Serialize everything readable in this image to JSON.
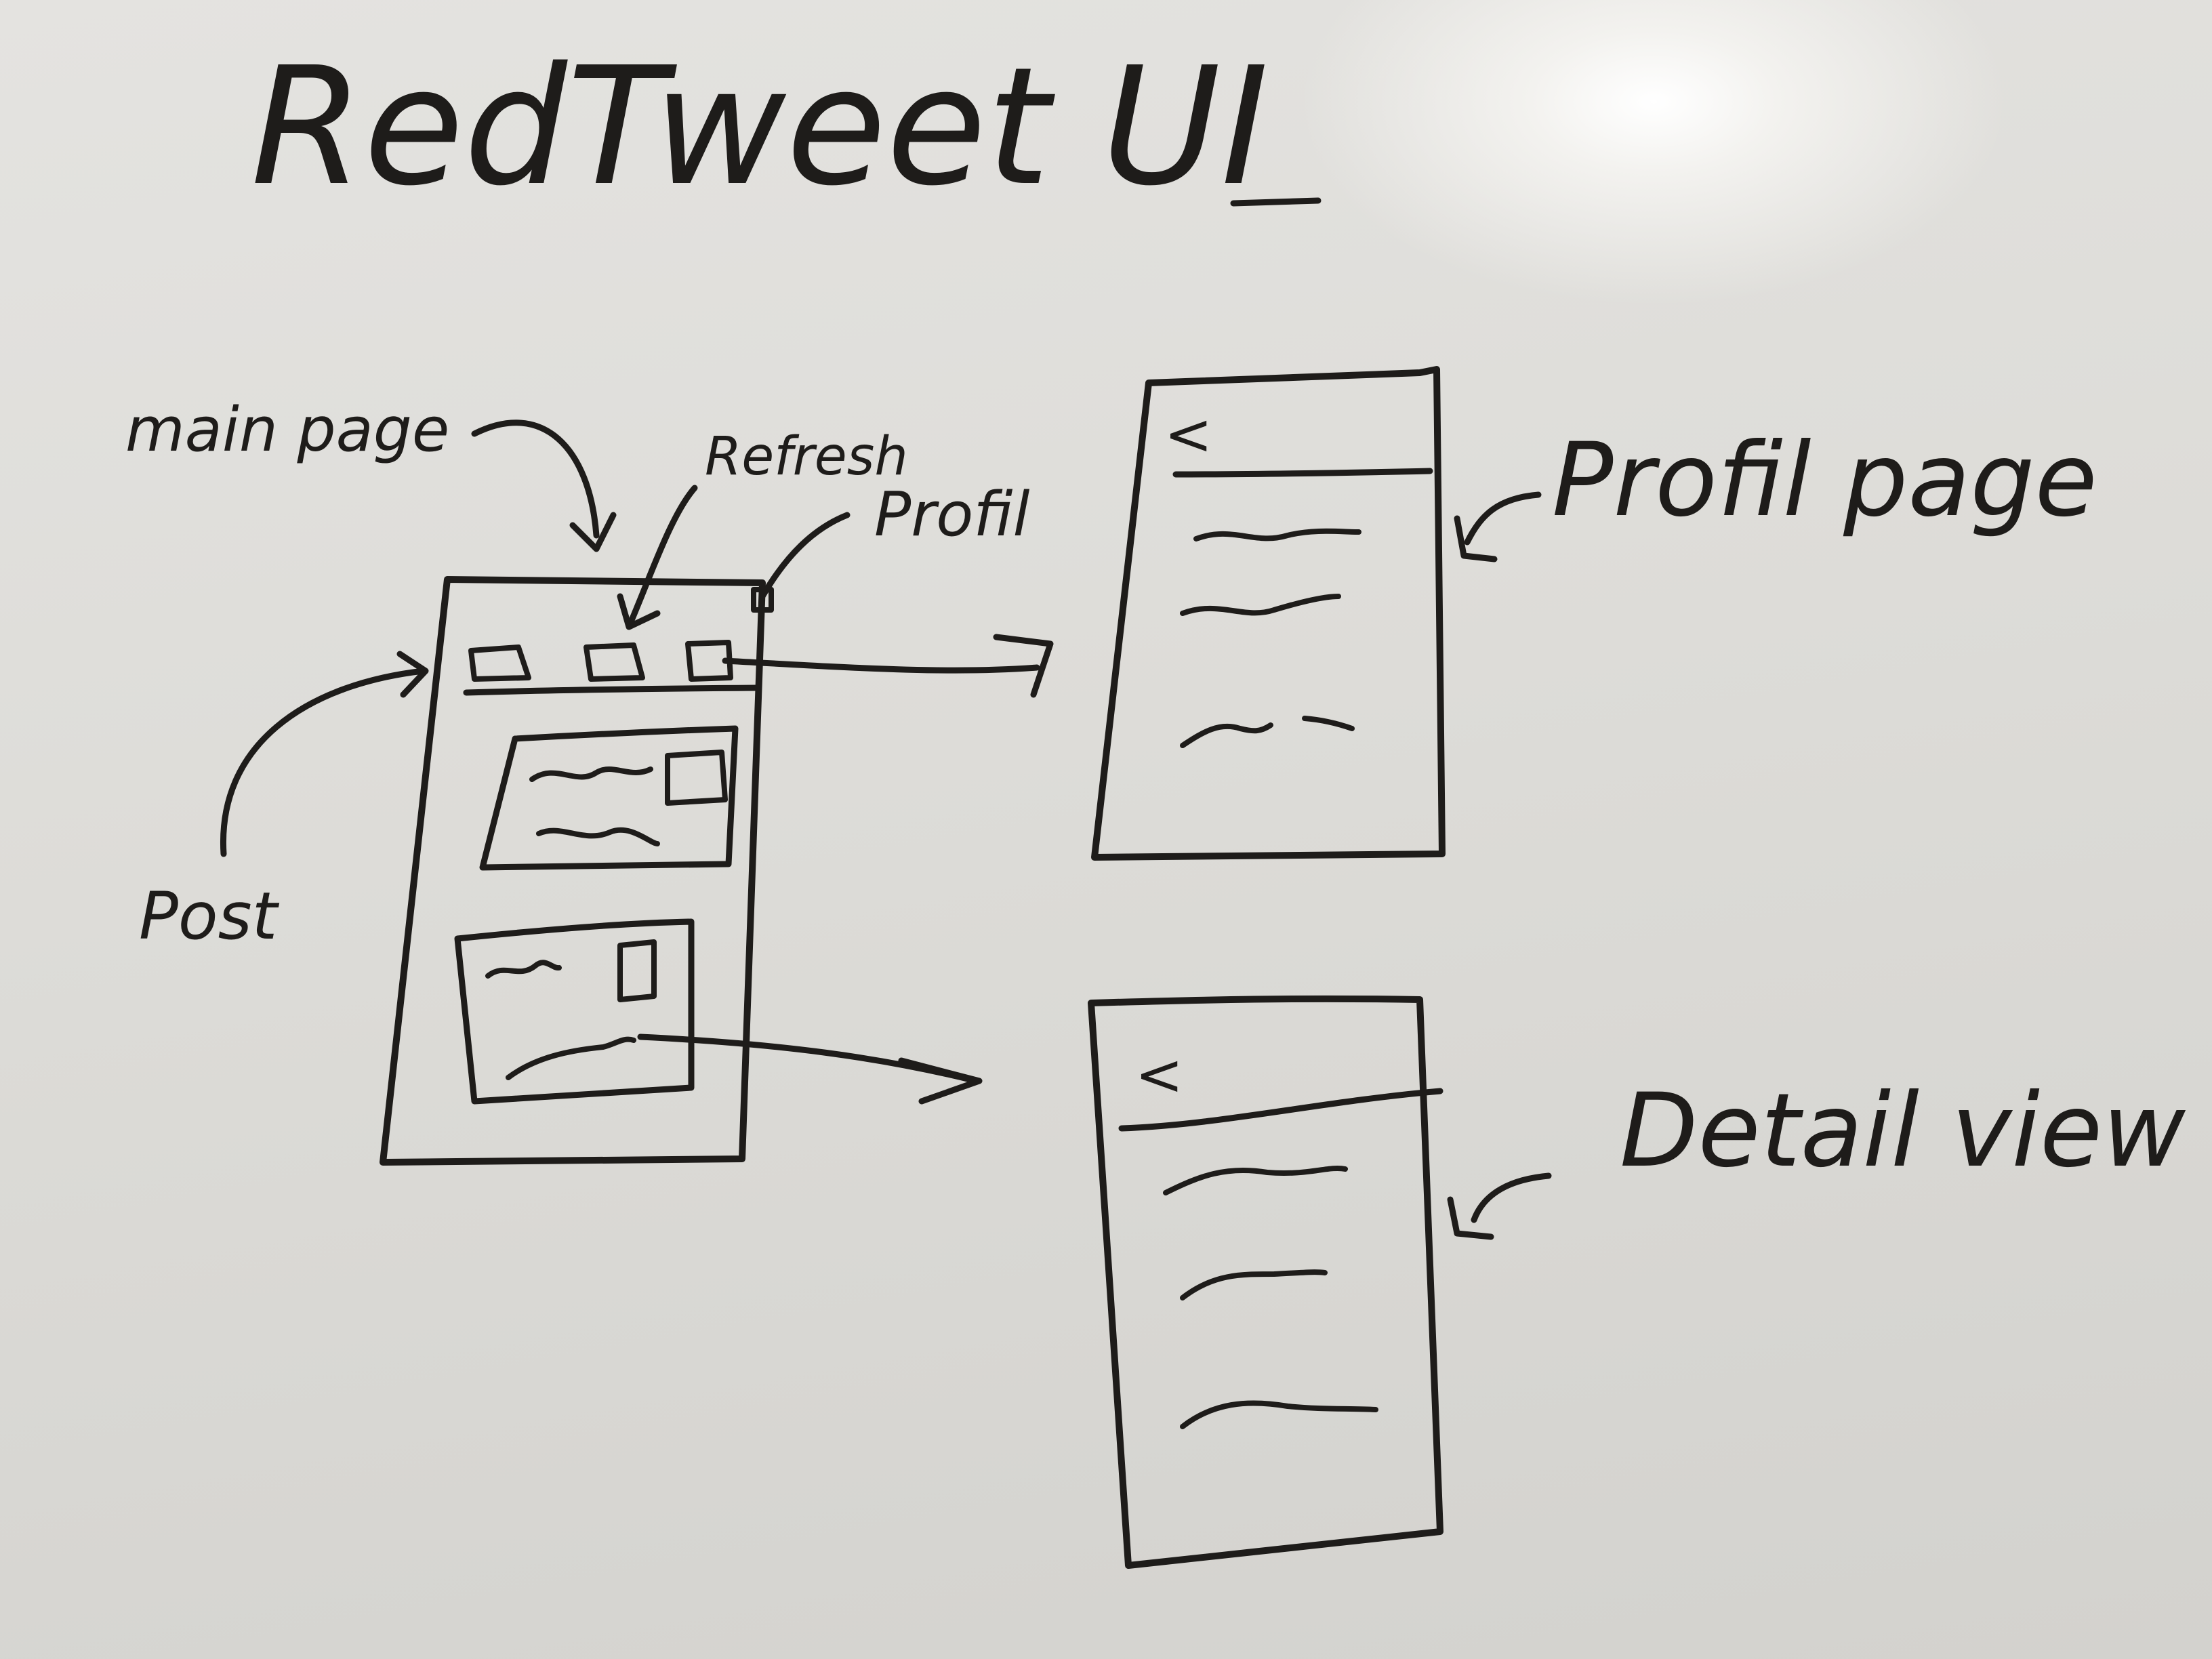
{
  "title": "RedTweet UI",
  "labels": {
    "main_page": "main page",
    "refresh": "Refresh",
    "profil": "Profil",
    "post": "Post",
    "profil_page": "Profil page",
    "detail_view": "Detail view"
  },
  "profile_sketch": {
    "back_glyph": "<"
  },
  "detail_sketch": {
    "back_glyph": "<"
  },
  "colors": {
    "board": "#dddcd8",
    "ink": "#1e1c1a"
  }
}
